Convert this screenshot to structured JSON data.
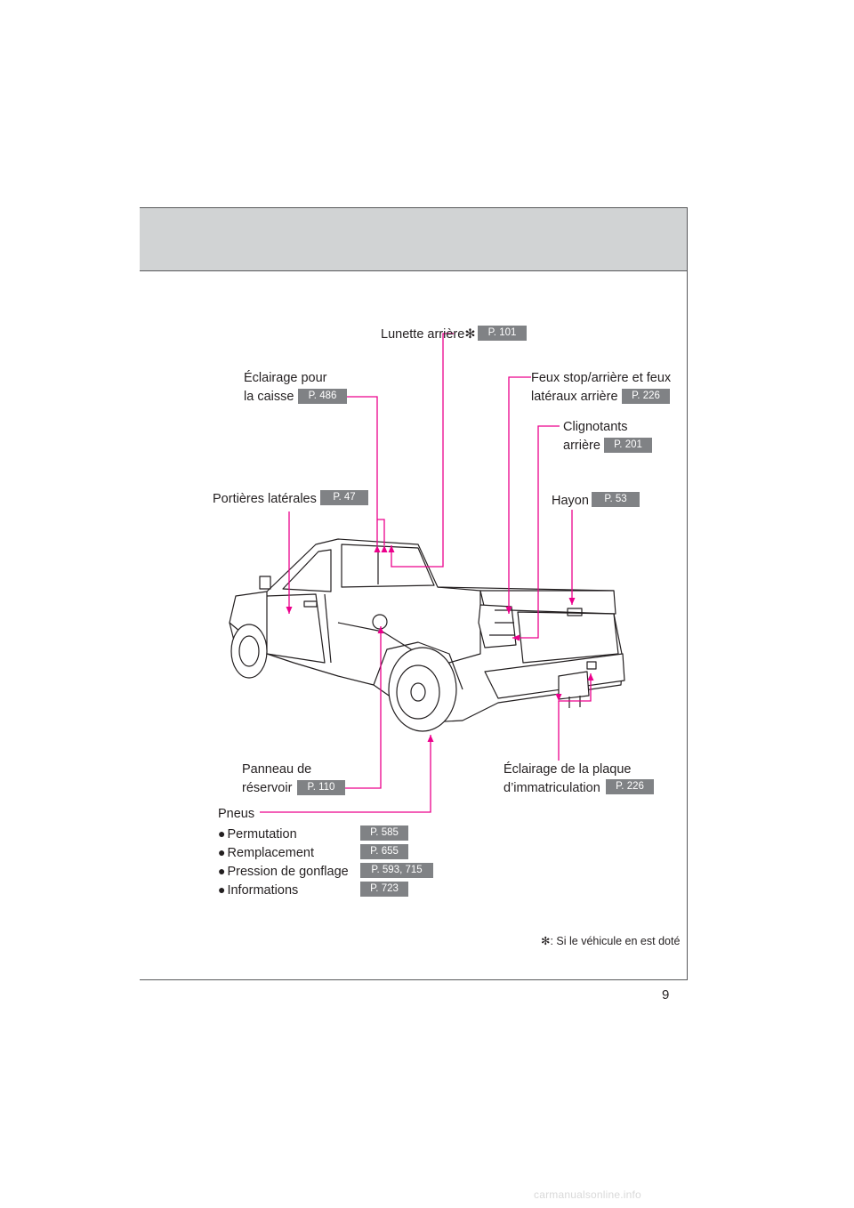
{
  "page": {
    "number": "9"
  },
  "labels": {
    "lunette": {
      "text": "Lunette arrière",
      "ref": "P. 101"
    },
    "eclairage_caisse": {
      "line1": "Éclairage pour",
      "line2": "la caisse",
      "ref": "P. 486"
    },
    "feux_stop": {
      "line1": "Feux stop/arrière et feux",
      "line2": "latéraux arrière",
      "ref": "P. 226"
    },
    "clignotants": {
      "line1": "Clignotants",
      "line2": "arrière",
      "ref": "P. 201"
    },
    "portieres": {
      "text": "Portières latérales",
      "ref": "P. 47"
    },
    "hayon": {
      "text": "Hayon",
      "ref": "P. 53"
    },
    "panneau_reservoir": {
      "line1": "Panneau de",
      "line2": "réservoir",
      "ref": "P. 110"
    },
    "plaque": {
      "line1": "Éclairage de la plaque",
      "line2": "d’immatriculation",
      "ref": "P. 226"
    },
    "pneus": {
      "title": "Pneus",
      "items": [
        {
          "text": "Permutation",
          "ref": "P. 585"
        },
        {
          "text": "Remplacement",
          "ref": "P. 655"
        },
        {
          "text": "Pression de gonflage",
          "ref": "P. 593, 715"
        },
        {
          "text": "Informations",
          "ref": "P. 723"
        }
      ]
    }
  },
  "footnote": ": Si le véhicule en est doté",
  "asterisk": "✻",
  "bullet": "●",
  "watermark": "carmanualsonline.info",
  "colors": {
    "leader": "#ec008c",
    "ref_bg": "#808285",
    "header_band": "#d1d3d4"
  }
}
